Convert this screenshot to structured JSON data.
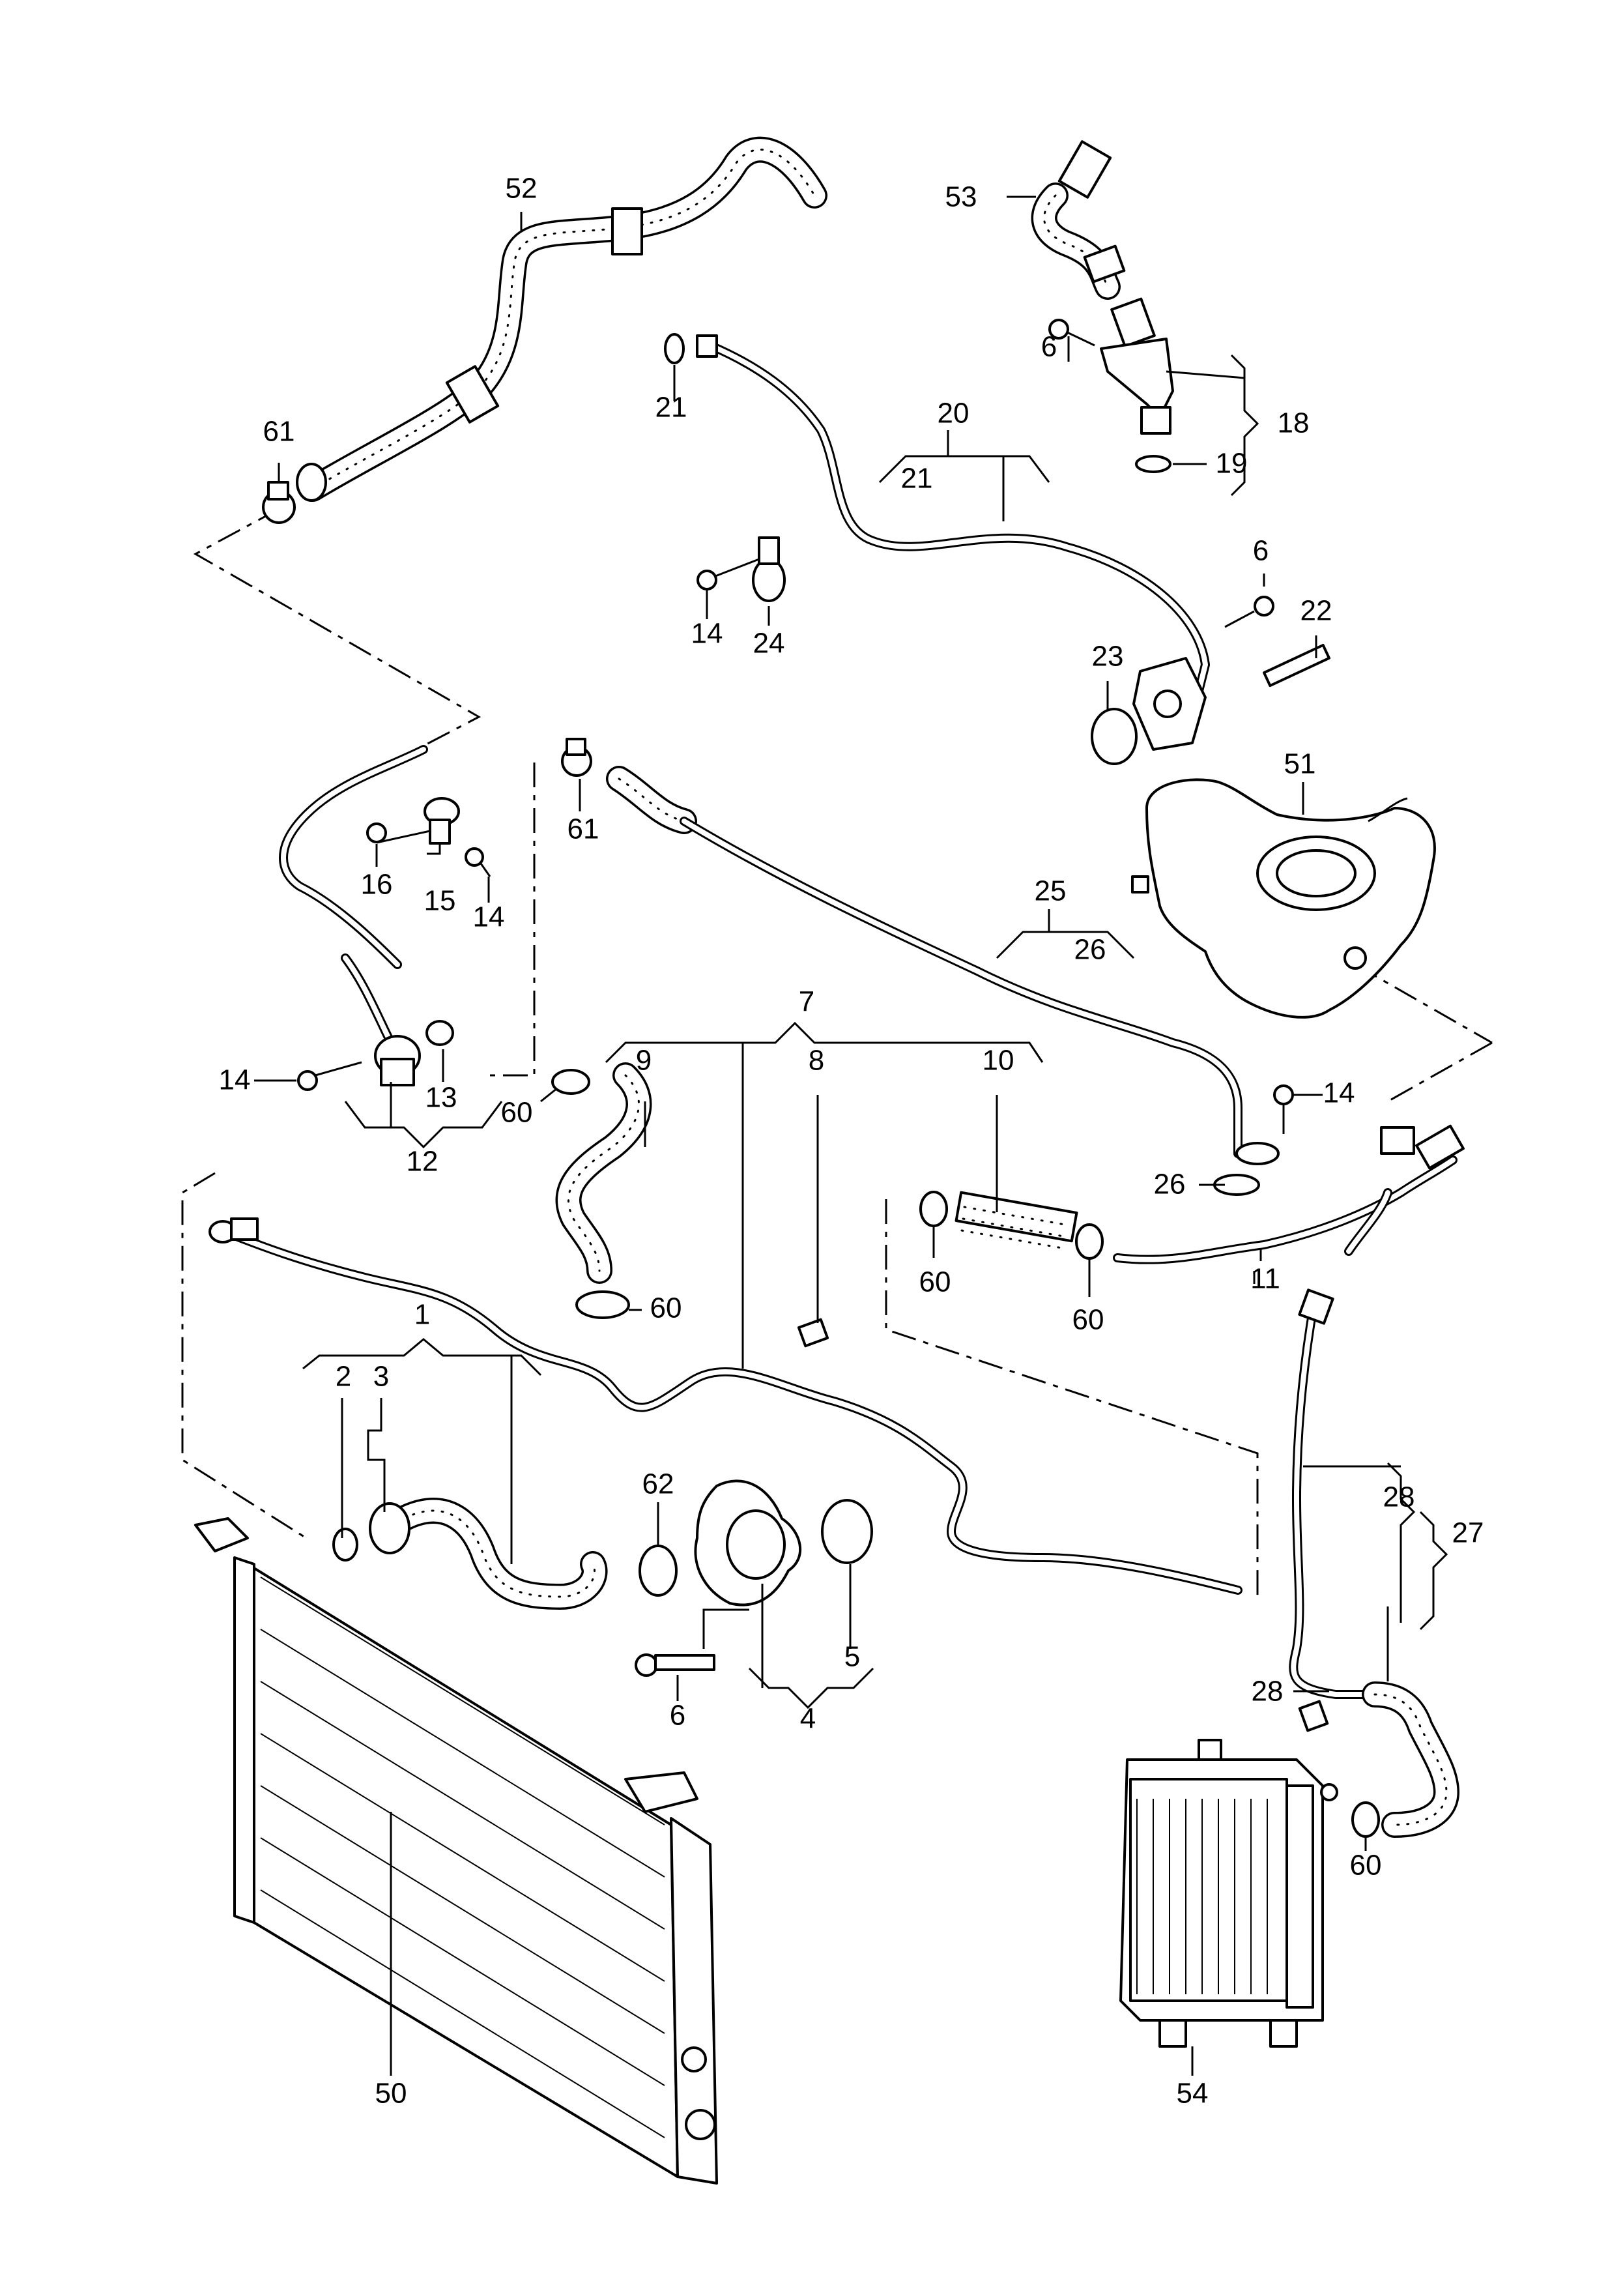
{
  "labels": {
    "l1": "1",
    "l2": "2",
    "l3": "3",
    "l4": "4",
    "l5": "5",
    "l6a": "6",
    "l6b": "6",
    "l6c": "6",
    "l7": "7",
    "l8": "8",
    "l9": "9",
    "l10": "10",
    "l11": "11",
    "l12": "12",
    "l13": "13",
    "l14a": "14",
    "l14b": "14",
    "l14c": "14",
    "l14d": "14",
    "l15": "15",
    "l16": "16",
    "l18": "18",
    "l19": "19",
    "l20": "20",
    "l21a": "21",
    "l21b": "21",
    "l22": "22",
    "l23": "23",
    "l24": "24",
    "l25": "25",
    "l26a": "26",
    "l26b": "26",
    "l27": "27",
    "l28a": "28",
    "l28b": "28",
    "l50": "50",
    "l51": "51",
    "l52": "52",
    "l53": "53",
    "l54": "54",
    "l60a": "60",
    "l60b": "60",
    "l60c": "60",
    "l60d": "60",
    "l60e": "60",
    "l61a": "61",
    "l61b": "61",
    "l62": "62"
  }
}
